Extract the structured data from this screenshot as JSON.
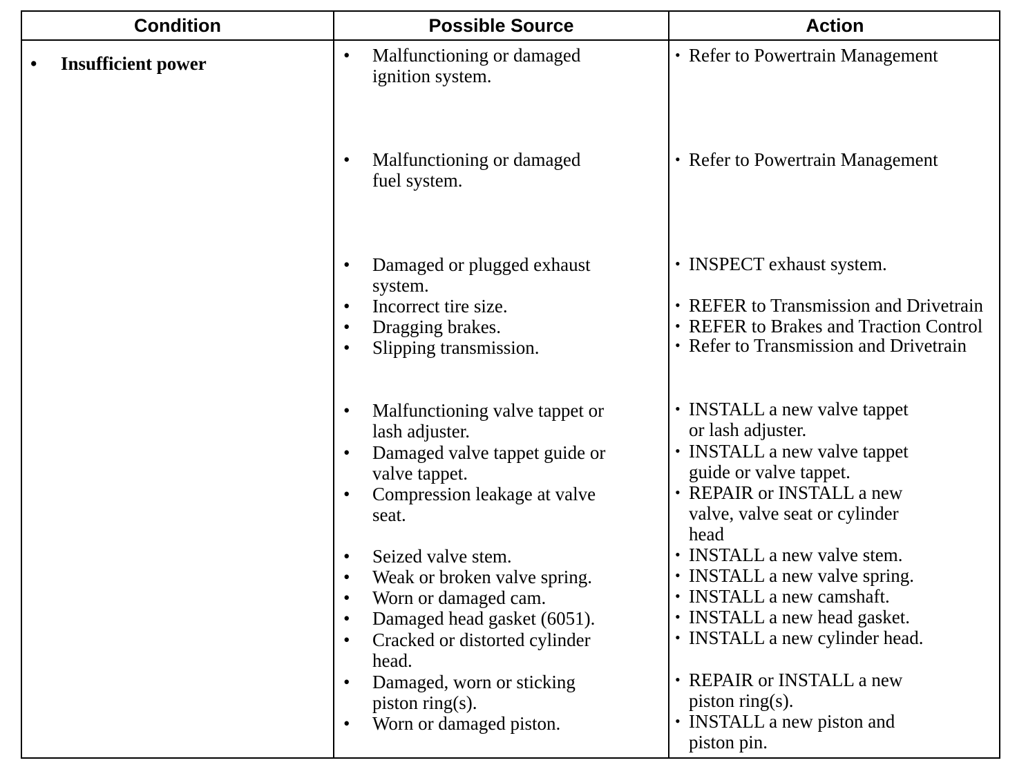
{
  "headers": {
    "condition": "Condition",
    "possible_source": "Possible Source",
    "action": "Action"
  },
  "condition": "Insufficient power",
  "bullet": "•",
  "sources": [
    {
      "lines": [
        "Malfunctioning or damaged",
        "ignition system."
      ]
    },
    {
      "lines": [
        "Malfunctioning or damaged",
        "fuel system."
      ]
    },
    {
      "lines": [
        "Damaged or plugged exhaust",
        "system."
      ]
    },
    {
      "lines": [
        "Incorrect tire size."
      ]
    },
    {
      "lines": [
        "Dragging brakes."
      ]
    },
    {
      "lines": [
        "Slipping transmission."
      ]
    },
    {
      "lines": [
        "Malfunctioning valve tappet or",
        "lash adjuster."
      ]
    },
    {
      "lines": [
        "Damaged valve tappet guide or",
        "valve tappet."
      ]
    },
    {
      "lines": [
        "Compression leakage at valve",
        "seat."
      ]
    },
    {
      "lines": [
        "Seized valve stem."
      ]
    },
    {
      "lines": [
        "Weak or broken valve spring."
      ]
    },
    {
      "lines": [
        "Worn or damaged cam."
      ]
    },
    {
      "lines": [
        "Damaged head gasket (6051)."
      ]
    },
    {
      "lines": [
        "Cracked or distorted cylinder",
        "head."
      ]
    },
    {
      "lines": [
        "Damaged, worn or sticking",
        "piston ring(s)."
      ]
    },
    {
      "lines": [
        "Worn or damaged piston."
      ]
    }
  ],
  "actions": [
    {
      "lines": [
        "Refer to Powertrain Management"
      ]
    },
    {
      "lines": [
        "Refer to Powertrain Management"
      ]
    },
    {
      "lines": [
        "INSPECT exhaust system."
      ]
    },
    {
      "lines": [
        "REFER to Transmission and Drivetrain"
      ]
    },
    {
      "lines": [
        "REFER to Brakes and Traction Control"
      ]
    },
    {
      "lines": [
        "Refer to Transmission and Drivetrain"
      ]
    },
    {
      "lines": [
        "INSTALL a new valve tappet",
        "or lash adjuster."
      ]
    },
    {
      "lines": [
        "INSTALL a new valve tappet",
        "guide or valve tappet."
      ]
    },
    {
      "lines": [
        "REPAIR or INSTALL a new",
        "valve, valve seat or cylinder",
        "head"
      ]
    },
    {
      "lines": [
        "INSTALL a new valve stem."
      ]
    },
    {
      "lines": [
        "INSTALL a new valve spring."
      ]
    },
    {
      "lines": [
        "INSTALL a new camshaft."
      ]
    },
    {
      "lines": [
        "INSTALL a new head gasket."
      ]
    },
    {
      "lines": [
        "INSTALL a new cylinder head."
      ]
    },
    {
      "lines": [
        "REPAIR or INSTALL a new",
        "piston ring(s)."
      ]
    },
    {
      "lines": [
        "INSTALL a new piston and",
        "piston pin."
      ]
    }
  ]
}
